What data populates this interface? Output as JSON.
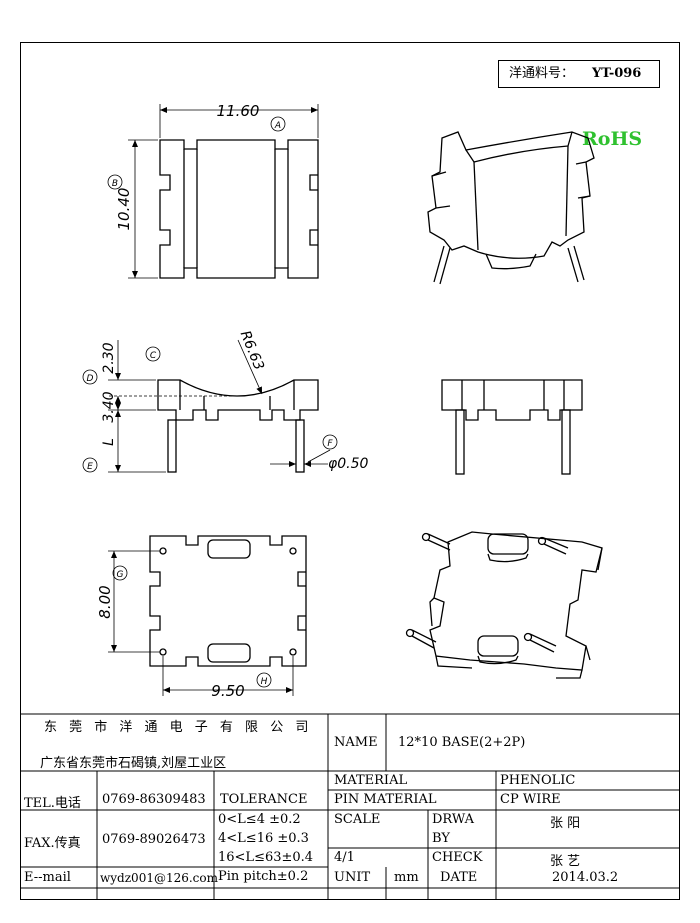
{
  "part": {
    "label": "洋通料号：",
    "number": "YT-096",
    "rohs": "RoHS"
  },
  "dims": {
    "width_top": "11.60",
    "height_top": "10.40",
    "radius": "R6.63",
    "c_height": "2.30",
    "d_height": "3.40",
    "lead_len": "L",
    "pin_dia": "φ0.50",
    "bottom_h": "8.00",
    "bottom_w": "9.50"
  },
  "callouts": {
    "a": "A",
    "b": "B",
    "c": "C",
    "d": "D",
    "e": "E",
    "f": "F",
    "g": "G",
    "h": "H"
  },
  "company": {
    "name": "东 莞 市 洋 通 电 子 有 限 公 司",
    "address": "广东省东莞市石碣镇,刘屋工业区"
  },
  "contact": {
    "tel_label": "TEL.电话",
    "tel": "0769-86309483",
    "fax_label": "FAX.传真",
    "fax": "0769-89026473",
    "email_label": "E--mail",
    "email": "wydz001@126.com"
  },
  "tolerance": {
    "label": "TOLERANCE",
    "rows": [
      "0<L≤4   ±0.2",
      "4<L≤16  ±0.3",
      "16<L≤63±0.4",
      "Pin pitch±0.2"
    ]
  },
  "title_block": {
    "name_label": "NAME",
    "name": "12*10 BASE(2+2P)",
    "material_label": "MATERIAL",
    "material": "PHENOLIC",
    "pin_material_label": "PIN MATERIAL",
    "pin_material": "CP WIRE",
    "scale_label": "SCALE",
    "scale": "4/1",
    "drawn_label_1": "DRWA",
    "drawn_label_2": "BY",
    "drawn_by": "张 阳",
    "check_label": "CHECK",
    "checked_by": "张 艺",
    "unit_label": "UNIT",
    "unit": "mm",
    "date_label": "DATE",
    "date": "2014.03.2"
  }
}
